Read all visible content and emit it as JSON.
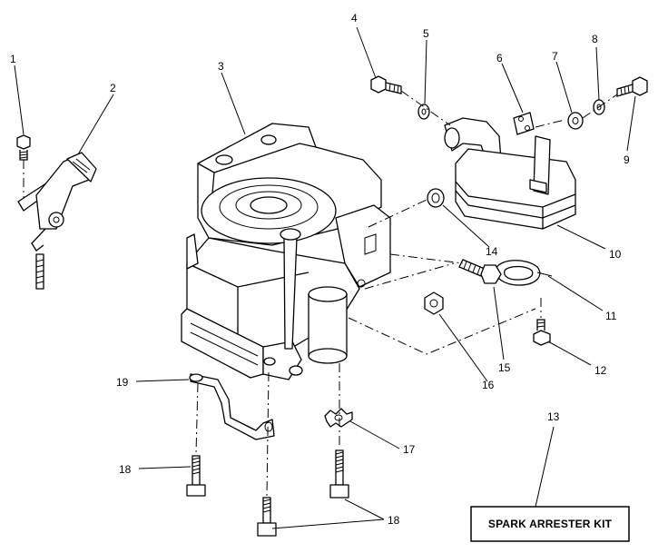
{
  "callouts": [
    {
      "id": "1",
      "text": "1"
    },
    {
      "id": "2",
      "text": "2"
    },
    {
      "id": "3",
      "text": "3"
    },
    {
      "id": "4",
      "text": "4"
    },
    {
      "id": "5",
      "text": "5"
    },
    {
      "id": "6",
      "text": "6"
    },
    {
      "id": "7",
      "text": "7"
    },
    {
      "id": "8",
      "text": "8"
    },
    {
      "id": "9",
      "text": "9"
    },
    {
      "id": "10",
      "text": "10"
    },
    {
      "id": "11",
      "text": "11"
    },
    {
      "id": "12",
      "text": "12"
    },
    {
      "id": "13",
      "text": "13"
    },
    {
      "id": "14",
      "text": "14"
    },
    {
      "id": "15",
      "text": "15"
    },
    {
      "id": "16",
      "text": "16"
    },
    {
      "id": "17",
      "text": "17"
    },
    {
      "id": "18a",
      "text": "18"
    },
    {
      "id": "18b",
      "text": "18"
    },
    {
      "id": "19",
      "text": "19"
    }
  ],
  "kit": {
    "label": "SPARK ARRESTER KIT"
  }
}
